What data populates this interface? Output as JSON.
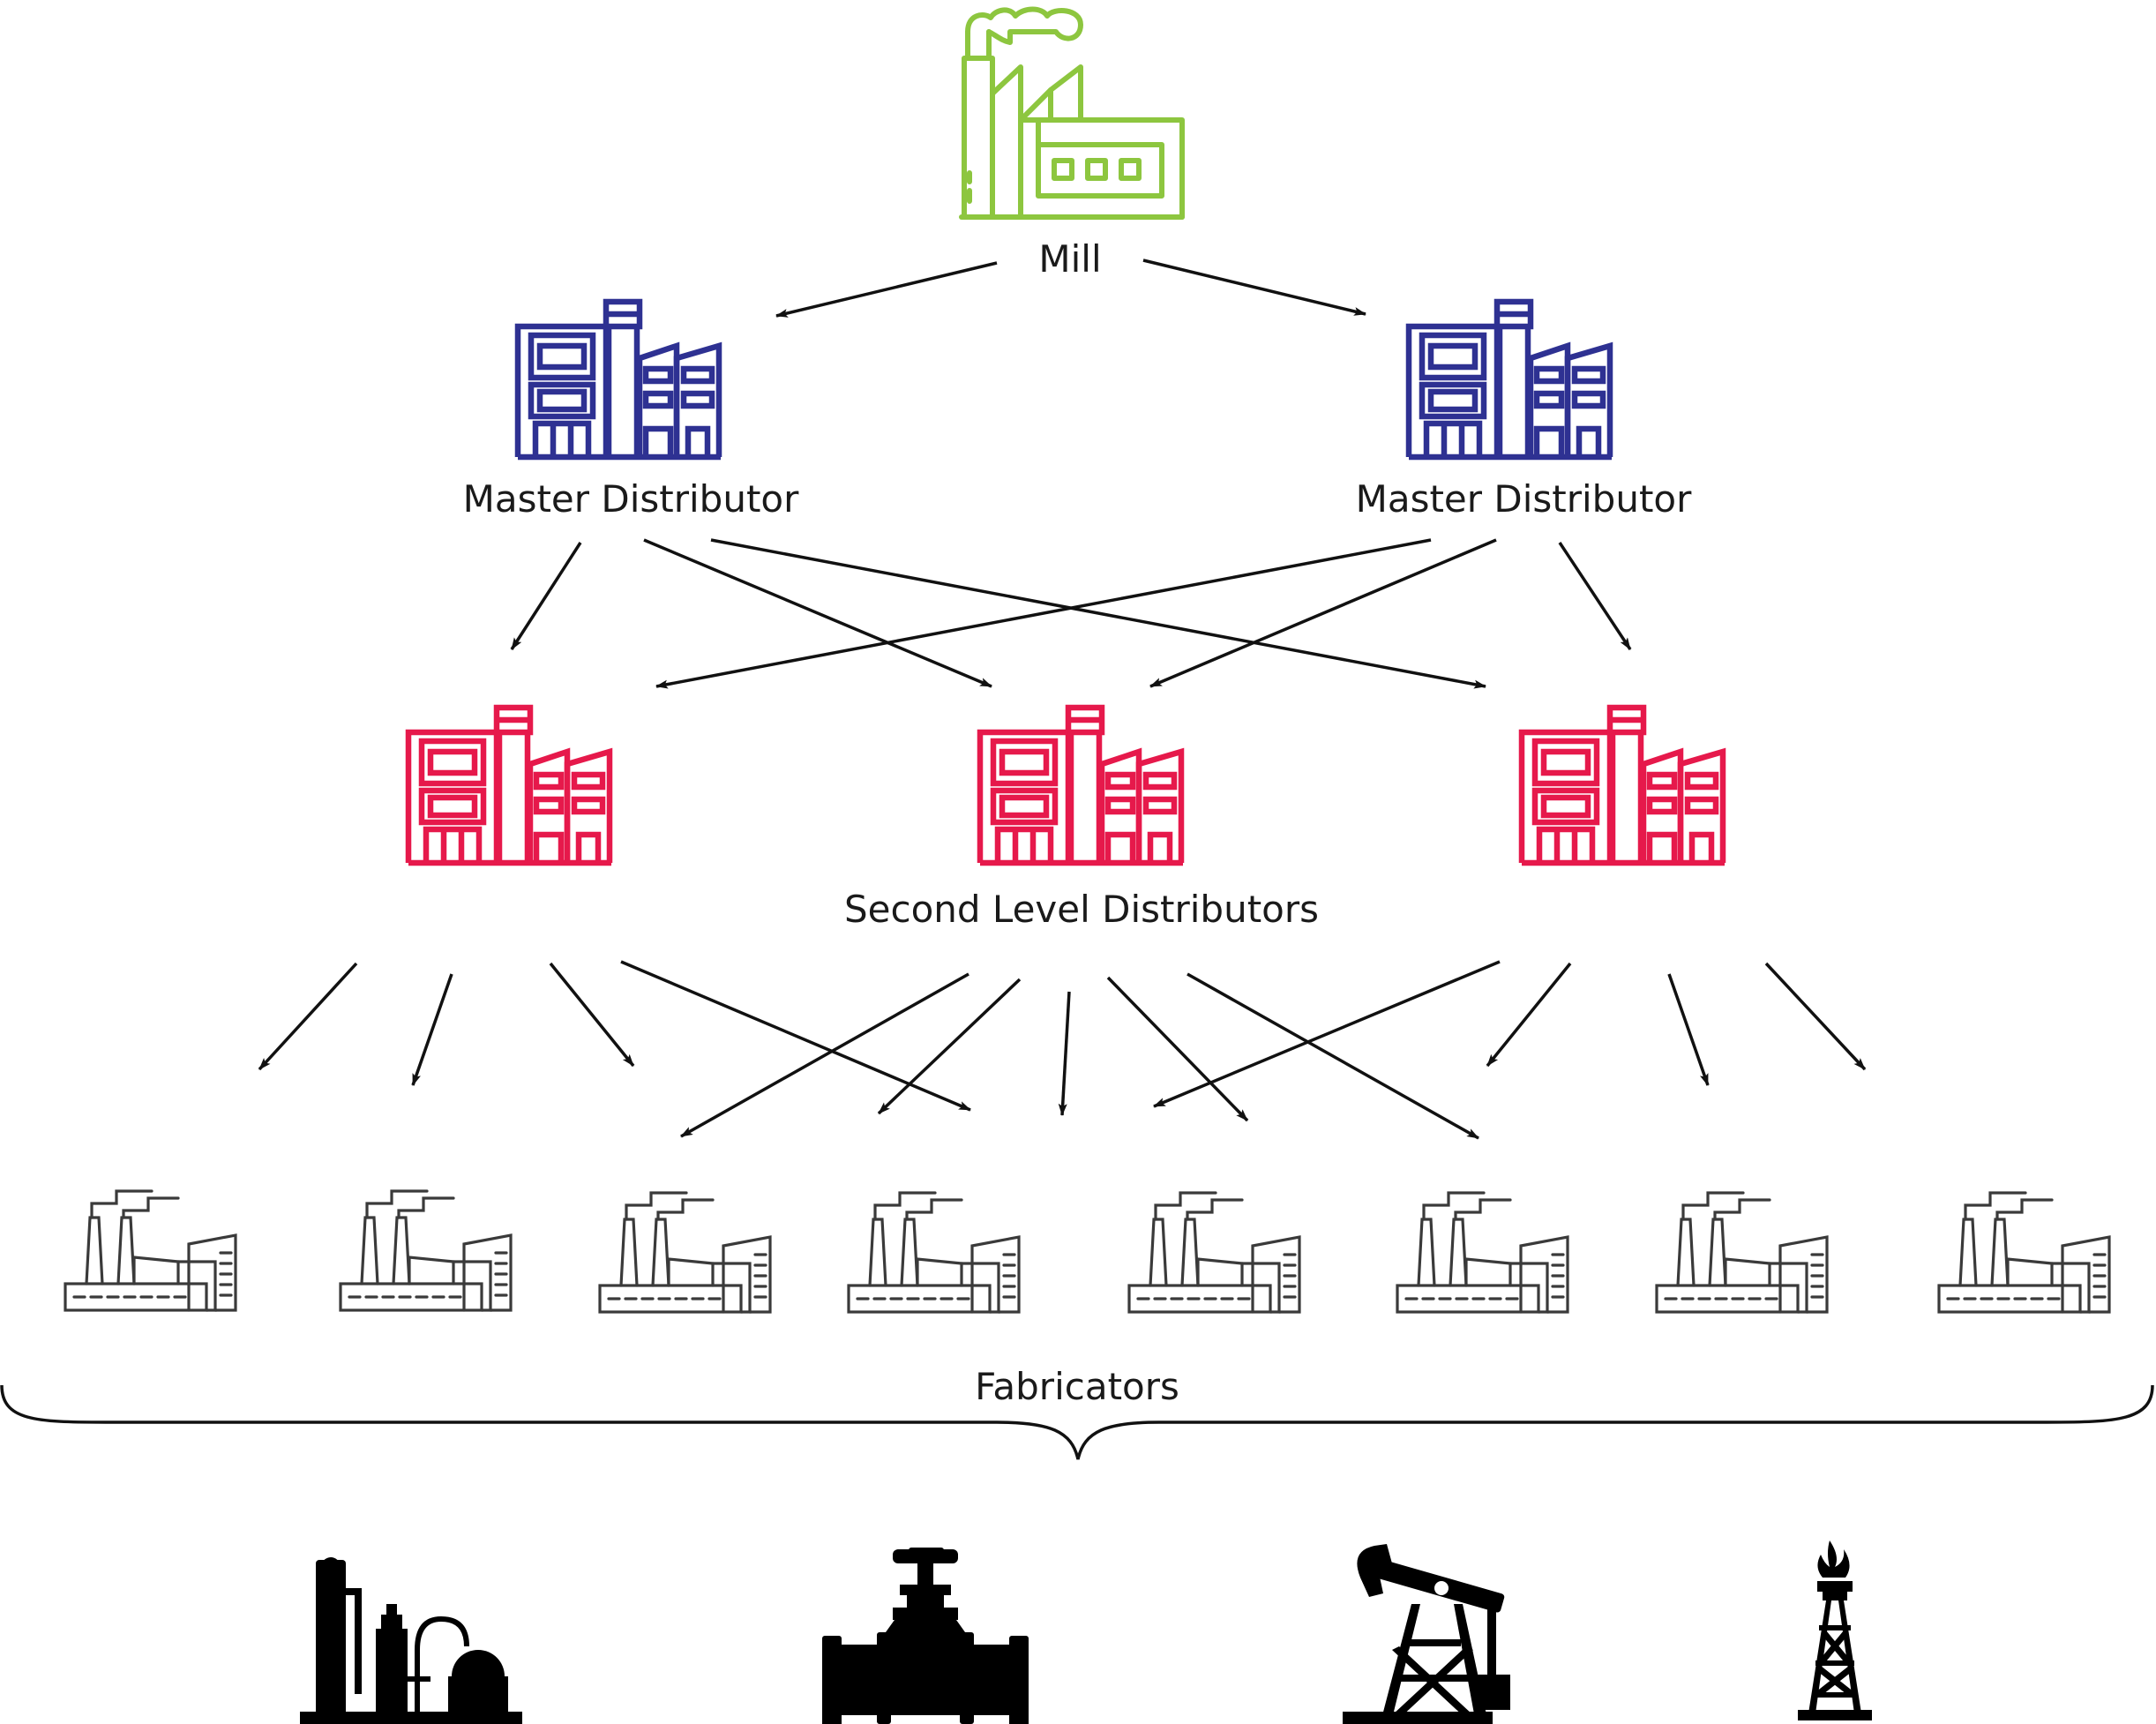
{
  "nodes": {
    "mill": {
      "label": "Mill",
      "color": "#8dc63f"
    },
    "master_distributors": [
      {
        "label": "Master Distributor",
        "color": "#2e3192"
      },
      {
        "label": "Master Distributor",
        "color": "#2e3192"
      }
    ],
    "second_level": {
      "label": "Second Level Distributors",
      "count": 3,
      "color": "#e6194b"
    },
    "fabricators": {
      "label": "Fabricators",
      "count": 8
    }
  },
  "end_use_icons": [
    "refinery-icon",
    "pipeline-valve-icon",
    "oil-pumpjack-icon",
    "gas-flare-derrick-icon"
  ]
}
